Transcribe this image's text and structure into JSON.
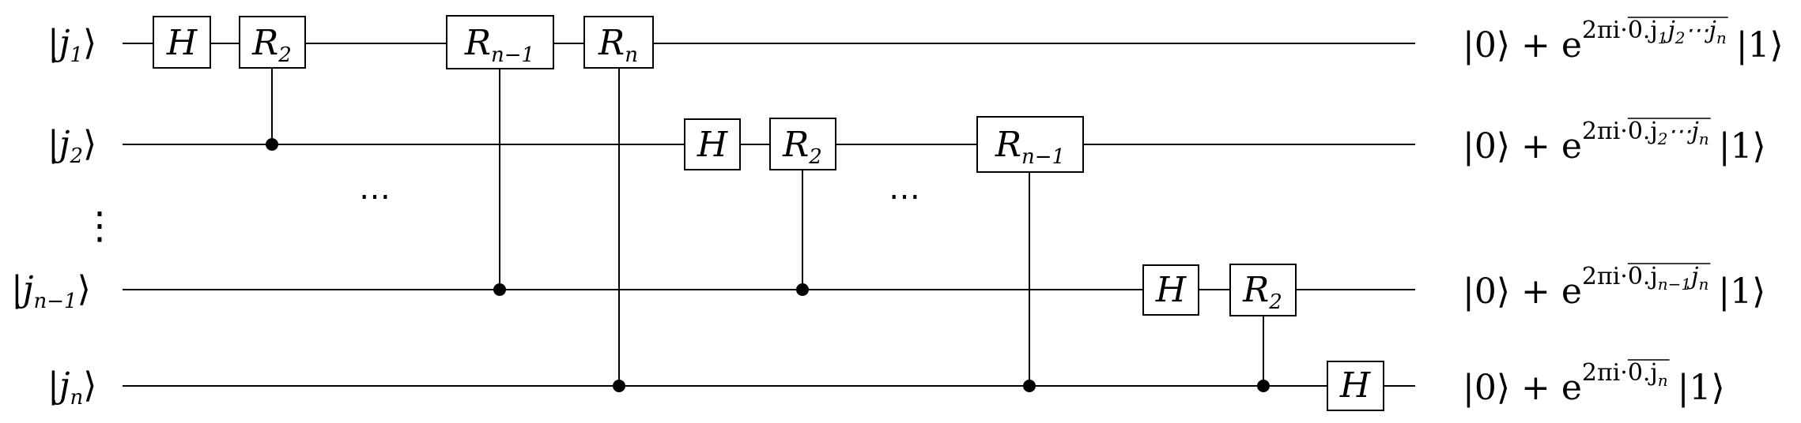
{
  "circuit": {
    "input_labels": [
      {
        "open": "|",
        "var": "j",
        "sub": "1",
        "close": "⟩"
      },
      {
        "open": "|",
        "var": "j",
        "sub": "2",
        "close": "⟩"
      },
      {
        "open": "|",
        "var": "j",
        "sub": "n−1",
        "close": "⟩"
      },
      {
        "open": "|",
        "var": "j",
        "sub": "n",
        "close": "⟩"
      }
    ],
    "vertical_ellipsis": "⋮",
    "horizontal_ellipsis": "⋯",
    "gates": {
      "h": {
        "name": "H"
      },
      "r2": {
        "name": "R",
        "sub": "2"
      },
      "rn1": {
        "name": "R",
        "sub": "n−1"
      },
      "rn": {
        "name": "R",
        "sub": "n"
      }
    },
    "outputs": [
      {
        "ket0": "|0⟩ + e",
        "exp": "2πi·",
        "frac": "0.j",
        "frac_subs": [
          "1",
          "j",
          "2",
          "⋯j",
          "n"
        ],
        "ket1": "|1⟩"
      },
      {
        "ket0": "|0⟩ + e",
        "exp": "2πi·",
        "frac": "0.j",
        "frac_subs": [
          "2",
          "⋯j",
          "n"
        ],
        "ket1": "|1⟩"
      },
      {
        "ket0": "|0⟩ + e",
        "exp": "2πi·",
        "frac": "0.j",
        "frac_subs": [
          "n−1",
          "j",
          "n"
        ],
        "ket1": "|1⟩"
      },
      {
        "ket0": "|0⟩ + e",
        "exp": "2πi·",
        "frac": "0.j",
        "frac_subs": [
          "n"
        ],
        "ket1": "|1⟩"
      }
    ]
  }
}
